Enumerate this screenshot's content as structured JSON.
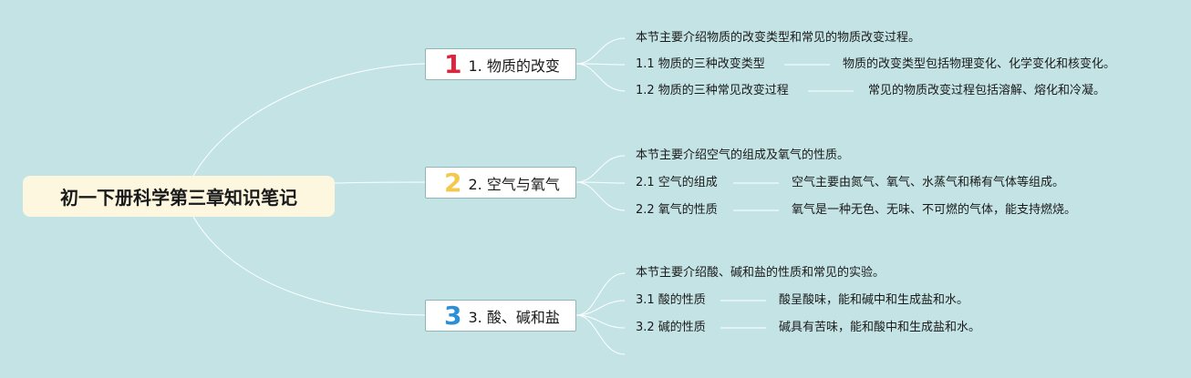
{
  "colors": {
    "background": "#c4e3e5",
    "root_fill": "#fdf7e0",
    "branch_fill": "#ffffff",
    "connector": "#ffffff",
    "num1": "#d7263d",
    "num2": "#f2c94c",
    "num3": "#2d8fd5"
  },
  "root": {
    "title": "初一下册科学第三章知识笔记"
  },
  "branches": [
    {
      "num": "1",
      "label": "1. 物质的改变",
      "intro": "本节主要介绍物质的改变类型和常见的物质改变过程。",
      "subs": [
        {
          "title": "1.1 物质的三种改变类型",
          "detail": "物质的改变类型包括物理变化、化学变化和核变化。"
        },
        {
          "title": "1.2 物质的三种常见改变过程",
          "detail": "常见的物质改变过程包括溶解、熔化和冷凝。"
        }
      ]
    },
    {
      "num": "2",
      "label": "2. 空气与氧气",
      "intro": "本节主要介绍空气的组成及氧气的性质。",
      "subs": [
        {
          "title": "2.1 空气的组成",
          "detail": "空气主要由氮气、氧气、水蒸气和稀有气体等组成。"
        },
        {
          "title": "2.2 氧气的性质",
          "detail": "氧气是一种无色、无味、不可燃的气体，能支持燃烧。"
        }
      ]
    },
    {
      "num": "3",
      "label": "3. 酸、碱和盐",
      "intro": "本节主要介绍酸、碱和盐的性质和常见的实验。",
      "subs": [
        {
          "title": "3.1 酸的性质",
          "detail": "酸呈酸味，能和碱中和生成盐和水。"
        },
        {
          "title": "3.2 碱的性质",
          "detail": "碱具有苦味，能和酸中和生成盐和水。"
        }
      ]
    }
  ]
}
